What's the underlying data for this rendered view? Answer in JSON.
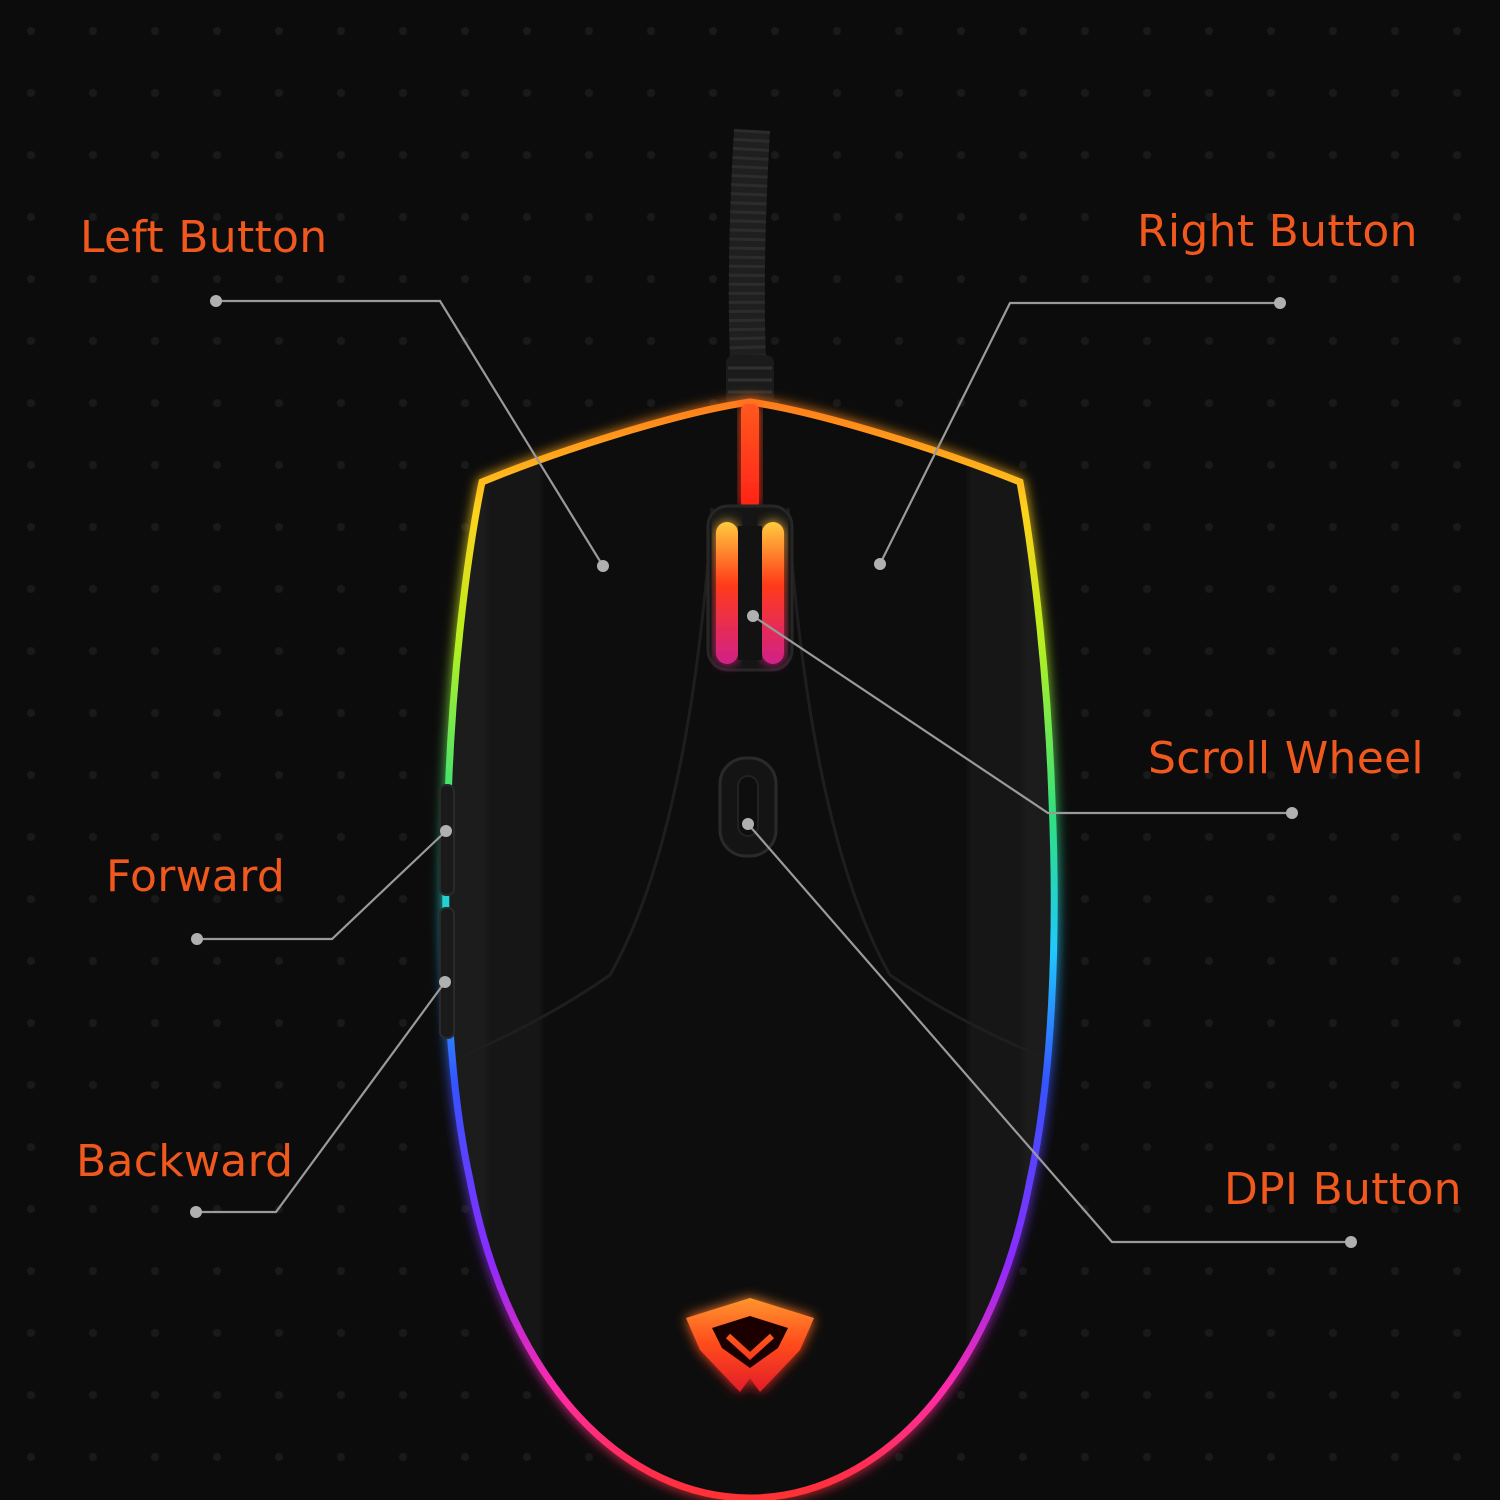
{
  "colors": {
    "background": "#0c0c0c",
    "label_text": "#f0581e",
    "leader_line": "#9a9a9a",
    "mouse_body": "#0a0a0a",
    "logo": "#ff4a1c"
  },
  "callouts": {
    "left_button": "Left Button",
    "right_button": "Right Button",
    "scroll_wheel": "Scroll Wheel",
    "forward": "Forward",
    "backward": "Backward",
    "dpi_button": "DPI Button"
  },
  "icons": {
    "logo": "brand-logo-icon"
  }
}
